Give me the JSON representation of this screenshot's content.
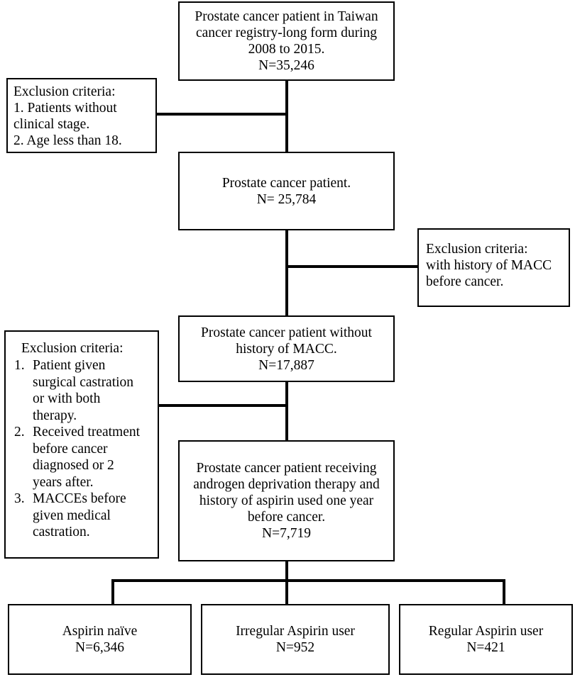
{
  "boxes": {
    "top": {
      "lines": [
        "Prostate cancer patient in Taiwan",
        "cancer registry-long form during",
        "2008 to 2015.",
        "N=35,246"
      ]
    },
    "excl1": {
      "lines": [
        "Exclusion criteria:",
        "1. Patients without",
        "clinical stage.",
        "2. Age less than 18."
      ]
    },
    "step2": {
      "lines": [
        "Prostate cancer patient.",
        "N= 25,784"
      ]
    },
    "excl2": {
      "lines": [
        "Exclusion criteria:",
        "with history of MACC",
        "before cancer."
      ]
    },
    "step3": {
      "lines": [
        "Prostate cancer patient without",
        "history of MACC.",
        "N=17,887"
      ]
    },
    "excl3": {
      "title": "Exclusion criteria:",
      "items": [
        {
          "num": "1.",
          "lines": [
            "Patient given",
            "surgical castration",
            "or with both",
            "therapy."
          ]
        },
        {
          "num": "2.",
          "lines": [
            "Received treatment",
            "before cancer",
            "diagnosed or 2",
            "years after."
          ]
        },
        {
          "num": "3.",
          "lines": [
            "MACCEs before",
            "given medical",
            "castration."
          ]
        }
      ]
    },
    "step4": {
      "lines": [
        "Prostate cancer patient receiving",
        "androgen deprivation therapy and",
        "history of aspirin used one year",
        "before cancer.",
        "N=7,719"
      ]
    },
    "group_naive": {
      "lines": [
        "Aspirin naïve",
        "N=6,346"
      ]
    },
    "group_irregular": {
      "lines": [
        "Irregular Aspirin user",
        "N=952"
      ]
    },
    "group_regular": {
      "lines": [
        "Regular Aspirin user",
        "N=421"
      ]
    }
  }
}
